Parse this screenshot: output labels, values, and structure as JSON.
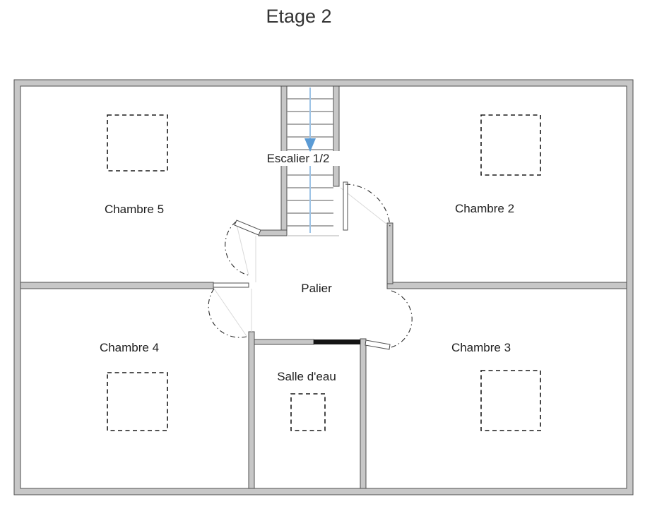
{
  "title": "Etage 2",
  "rooms": {
    "chambre5": "Chambre 5",
    "chambre2": "Chambre 2",
    "chambre4": "Chambre 4",
    "chambre3": "Chambre 3",
    "palier": "Palier",
    "salle_deau": "Salle d'eau",
    "escalier": "Escalier 1/2"
  },
  "colors": {
    "stair_line": "#9dc3e6",
    "stair_arrow": "#5b9bd5"
  }
}
